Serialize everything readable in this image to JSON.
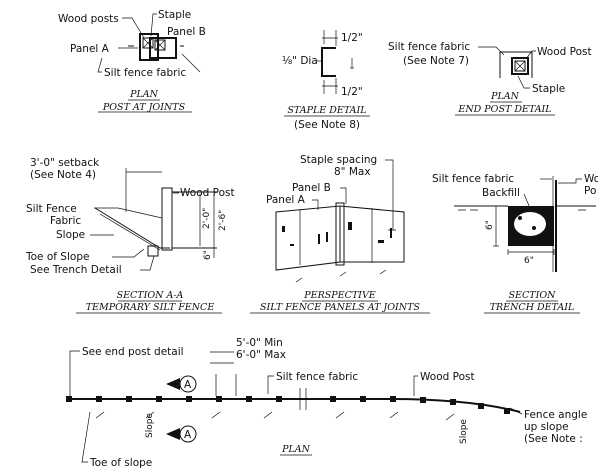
{
  "plan_post_joints": {
    "labels": {
      "wood_posts": "Wood posts",
      "staple": "Staple",
      "panel_a": "Panel A",
      "panel_b": "Panel B",
      "silt_fence_fabric": "Silt fence fabric"
    },
    "caption_line1": "PLAN",
    "caption_line2": "POST AT JOINTS"
  },
  "staple_detail": {
    "dim_top": "1/2\"",
    "dim_bottom": "1/2\"",
    "dia_label": "⅛\" Dia",
    "caption_line1": "STAPLE DETAIL",
    "caption_line2": "(See Note 8)"
  },
  "plan_end_post": {
    "labels": {
      "silt_fence_fabric": "Silt fence fabric",
      "see_note": "(See Note 7)",
      "wood_post": "Wood Post",
      "staple": "Staple"
    },
    "caption_line1": "PLAN",
    "caption_line2": "END POST DETAIL"
  },
  "section_aa": {
    "labels": {
      "setback": "3'-0\" setback",
      "setback_note": "(See Note 4)",
      "wood_post": "Wood Post",
      "silt_fence": "Silt Fence",
      "fabric": "Fabric",
      "slope": "Slope",
      "toe_of_slope": "Toe of Slope",
      "see_trench": "See Trench Detail",
      "dim_2ft": "2'-0\"",
      "dim_2ft6": "2'-6\"",
      "dim_6in": "6\""
    },
    "caption_line1": "SECTION A-A",
    "caption_line2": "TEMPORARY SILT FENCE"
  },
  "perspective": {
    "labels": {
      "staple_spacing": "Staple spacing",
      "max": "8\" Max",
      "panel_b": "Panel B",
      "panel_a": "Panel A"
    },
    "caption_line1": "PERSPECTIVE",
    "caption_line2": "SILT FENCE PANELS AT JOINTS"
  },
  "trench_section": {
    "labels": {
      "silt_fence_fabric": "Silt fence fabric",
      "backfill": "Backfill",
      "wood_post_partial": "Wo",
      "post_partial": "Po",
      "dim_6_side": "6\"",
      "dim_6_bottom": "6\""
    },
    "caption_line1": "SECTION",
    "caption_line2": "TRENCH DETAIL"
  },
  "plan": {
    "labels": {
      "see_end_post": "See end post detail",
      "min": "5'-0\" Min",
      "max": "6'-0\" Max",
      "silt_fence_fabric": "Silt fence fabric",
      "wood_post": "Wood Post",
      "fence_angled": "Fence angle",
      "up_slope": "up slope",
      "see_note": "(See Note :",
      "slope_left": "Slope",
      "slope_right": "Slope",
      "toe_of_slope": "Toe of slope",
      "section_marker_top": "A",
      "section_marker_bottom": "A"
    },
    "caption": "PLAN"
  }
}
